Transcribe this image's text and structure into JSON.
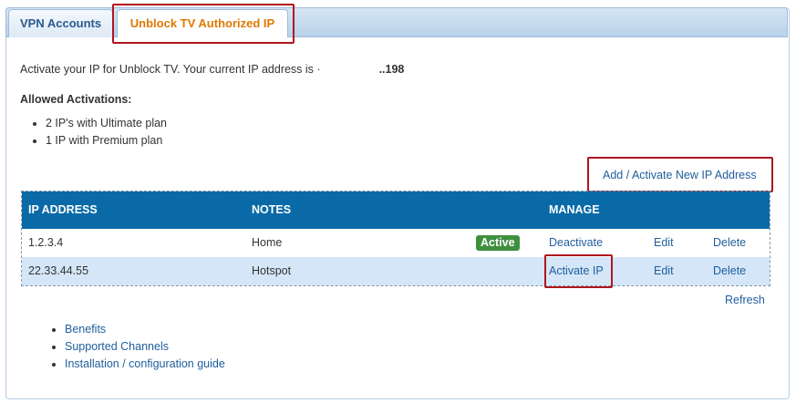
{
  "tabs": [
    {
      "label": "VPN Accounts",
      "active": false
    },
    {
      "label": "Unblock TV Authorized IP",
      "active": true
    }
  ],
  "intro": {
    "text": "Activate your IP for Unblock TV. Your current IP address is ·",
    "ip_suffix": "..198"
  },
  "allowed": {
    "heading": "Allowed Activations:",
    "items": [
      "2 IP's with Ultimate plan",
      "1 IP with Premium plan"
    ]
  },
  "add_link": "Add / Activate New IP Address",
  "table": {
    "headers": {
      "ip": "IP ADDRESS",
      "notes": "NOTES",
      "manage": "MANAGE"
    },
    "rows": [
      {
        "ip": "1.2.3.4",
        "notes": "Home",
        "status": "Active",
        "action": "Deactivate",
        "edit": "Edit",
        "delete": "Delete"
      },
      {
        "ip": "22.33.44.55",
        "notes": "Hotspot",
        "status": "",
        "action": "Activate IP",
        "edit": "Edit",
        "delete": "Delete"
      }
    ]
  },
  "refresh": "Refresh",
  "links": [
    "Benefits",
    "Supported Channels",
    "Installation / configuration guide"
  ],
  "colors": {
    "header_bg": "#0a6aa8",
    "active_tab_text": "#e07800",
    "badge_green": "#3e8f3e",
    "highlight_red": "#b0161d",
    "alt_row": "#d4e6f7",
    "link": "#1f5e9c"
  }
}
